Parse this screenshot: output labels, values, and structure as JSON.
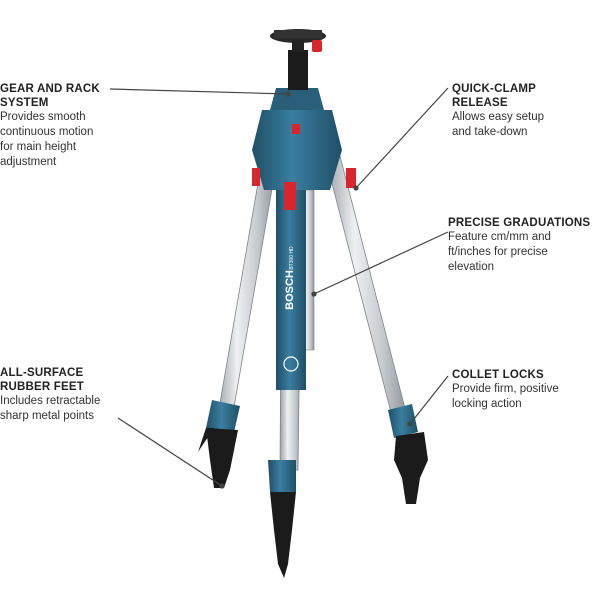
{
  "product": {
    "brand": "BOSCH",
    "model": "BT300 HD"
  },
  "callouts": [
    {
      "id": "gear-rack",
      "title": "GEAR AND RACK\nSYSTEM",
      "desc": "Provides smooth\ncontinuous motion\nfor main height\nadjustment"
    },
    {
      "id": "quick-clamp",
      "title": "QUICK-CLAMP\nRELEASE",
      "desc": "Allows easy setup\nand take-down"
    },
    {
      "id": "graduations",
      "title": "PRECISE GRADUATIONS",
      "desc": "Feature cm/mm and\nft/inches for precise\nelevation"
    },
    {
      "id": "rubber-feet",
      "title": "ALL-SURFACE\nRUBBER FEET",
      "desc": "Includes retractable\nsharp metal points"
    },
    {
      "id": "collet-locks",
      "title": "COLLET LOCKS",
      "desc": "Provide firm, positive\nlocking action"
    }
  ],
  "colors": {
    "housing": "#2f6f8f",
    "housing_dark": "#1f4f66",
    "aluminum": "#c9ced2",
    "accent_red": "#d9262c",
    "rubber": "#1b1b1b",
    "leader": "#444444"
  }
}
